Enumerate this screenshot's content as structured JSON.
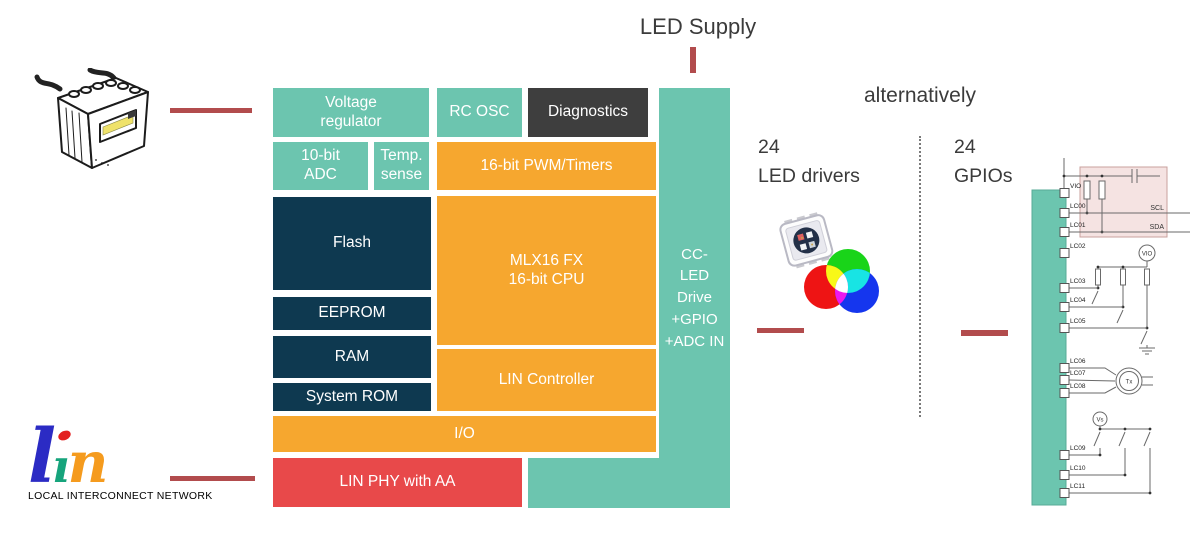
{
  "colors": {
    "teal": "#6cc5af",
    "orange": "#f6a72f",
    "navy": "#0e3950",
    "red_block": "#e8494a",
    "dark_block": "#3e3e3e",
    "line_red": "#b24c4d",
    "text_dark": "#3b3b3b",
    "pink_fill": "#f5e3e2",
    "pink_stroke": "#c9a09e"
  },
  "top": {
    "led_supply": "LED Supply"
  },
  "alt_section": {
    "heading": "alternatively",
    "left_option": "24\nLED drivers",
    "right_option": "24\nGPIOs"
  },
  "blocks": {
    "voltage_regulator": "Voltage\nregulator",
    "rc_osc": "RC OSC",
    "diagnostics": "Diagnostics",
    "adc_10bit": "10-bit\nADC",
    "temp_sense": "Temp.\nsense",
    "pwm_timers": "16-bit PWM/Timers",
    "flash": "Flash",
    "mlx16_cpu": "MLX16 FX\n16-bit CPU",
    "eeprom": "EEPROM",
    "ram": "RAM",
    "system_rom": "System ROM",
    "lin_controller": "LIN Controller",
    "io": "I/O",
    "lin_phy": "LIN PHY with AA",
    "cc_led_drive": "CC-\nLED\nDrive\n+GPIO\n+ADC IN"
  },
  "lin_logo": {
    "word": "lin",
    "letter_l": "l",
    "letter_i": "ı",
    "letter_n": "n",
    "caption": "LOCAL INTERCONNECT NETWORK"
  },
  "schematic": {
    "pins": [
      "VIO",
      "LC00",
      "LC01",
      "LC02",
      "LC03",
      "LC04",
      "LC05",
      "LC06",
      "LC07",
      "LC08",
      "LC09",
      "LC10",
      "LC11"
    ],
    "nets": {
      "scl": "SCL",
      "sda": "SDA",
      "vio_supply": "VIO",
      "tx": "Tx",
      "vs": "Vs"
    }
  }
}
